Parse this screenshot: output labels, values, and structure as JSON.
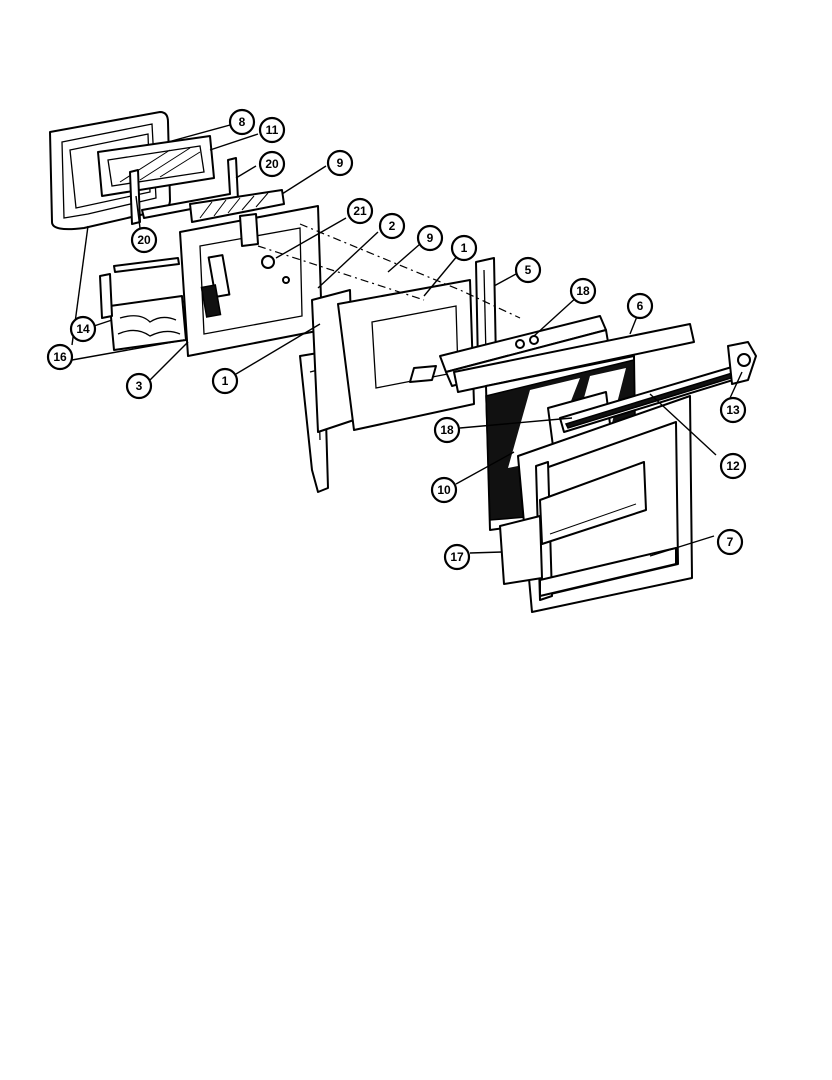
{
  "callouts": [
    {
      "id": "c8",
      "label": "8"
    },
    {
      "id": "c11",
      "label": "11"
    },
    {
      "id": "c20a",
      "label": "20"
    },
    {
      "id": "c9a",
      "label": "9"
    },
    {
      "id": "c21",
      "label": "21"
    },
    {
      "id": "c2",
      "label": "2"
    },
    {
      "id": "c9b",
      "label": "9"
    },
    {
      "id": "c1a",
      "label": "1"
    },
    {
      "id": "c5",
      "label": "5"
    },
    {
      "id": "c18a",
      "label": "18"
    },
    {
      "id": "c6",
      "label": "6"
    },
    {
      "id": "c20b",
      "label": "20"
    },
    {
      "id": "c14",
      "label": "14"
    },
    {
      "id": "c16",
      "label": "16"
    },
    {
      "id": "c3",
      "label": "3"
    },
    {
      "id": "c1b",
      "label": "1"
    },
    {
      "id": "c13",
      "label": "13"
    },
    {
      "id": "c18b",
      "label": "18"
    },
    {
      "id": "c12",
      "label": "12"
    },
    {
      "id": "c10",
      "label": "10"
    },
    {
      "id": "c7",
      "label": "7"
    },
    {
      "id": "c17",
      "label": "17"
    }
  ]
}
